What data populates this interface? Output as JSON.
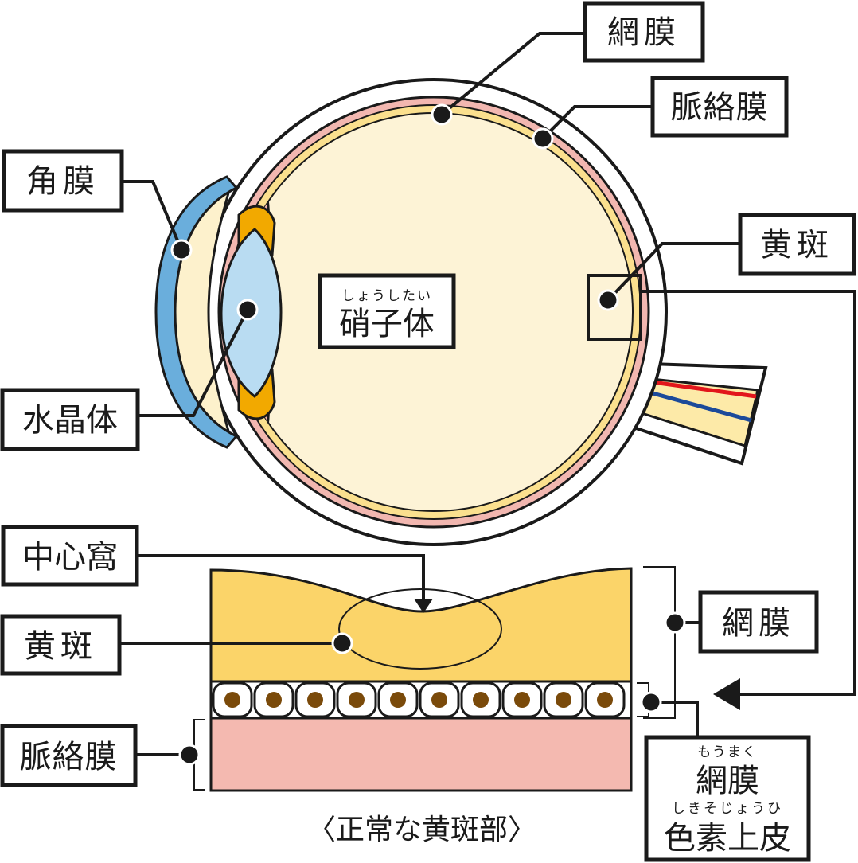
{
  "labels": {
    "retina_top": "網膜",
    "choroid_top": "脈絡膜",
    "cornea": "角膜",
    "macula_top": "黄斑",
    "vitreous_ruby": "しょうしたい",
    "vitreous": "硝子体",
    "lens": "水晶体",
    "fovea": "中心窩",
    "macula_bottom": "黄斑",
    "retina_bottom": "網膜",
    "choroid_bottom": "脈絡膜",
    "rpe_ruby_1": "もうまく",
    "rpe_line_1": "網膜",
    "rpe_ruby_2": "しきそじょうひ",
    "rpe_line_2": "色素上皮"
  },
  "caption": "〈正常な黄斑部〉",
  "colors": {
    "cornea": "#6aaedc",
    "lens": "#b9dcf2",
    "iris": "#f2a900",
    "choroid": "#f2b7b0",
    "vitreous": "#fdf1cc",
    "retina": "#fbd469",
    "cells": "#7a4a0a",
    "artery": "#e2161b",
    "vein": "#1c4a9a"
  }
}
